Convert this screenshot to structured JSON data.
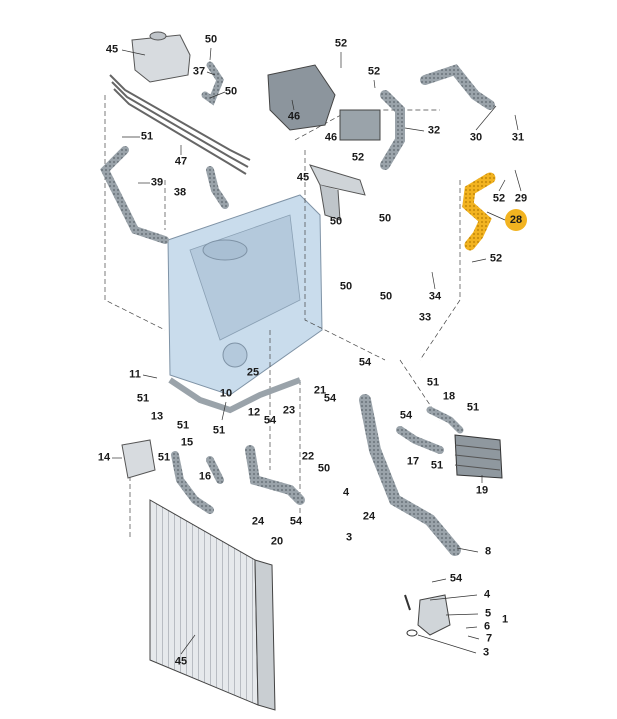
{
  "diagram": {
    "highlight_color": "#f2b320",
    "hose_fill": "#9aa3aa",
    "hose_dot": "#5c656c",
    "engine_tint": "#c9dcec",
    "line_color": "#333333",
    "highlighted_part": "28",
    "part_labels": [
      {
        "id": "45a",
        "text": "45"
      },
      {
        "id": "50a",
        "text": "50"
      },
      {
        "id": "37",
        "text": "37"
      },
      {
        "id": "50b",
        "text": "50"
      },
      {
        "id": "51a",
        "text": "51"
      },
      {
        "id": "47",
        "text": "47"
      },
      {
        "id": "39",
        "text": "39"
      },
      {
        "id": "38",
        "text": "38"
      },
      {
        "id": "52a",
        "text": "52"
      },
      {
        "id": "52b",
        "text": "52"
      },
      {
        "id": "46a",
        "text": "46"
      },
      {
        "id": "46b",
        "text": "46"
      },
      {
        "id": "32",
        "text": "32"
      },
      {
        "id": "52c",
        "text": "52"
      },
      {
        "id": "30",
        "text": "30"
      },
      {
        "id": "31",
        "text": "31"
      },
      {
        "id": "45b",
        "text": "45"
      },
      {
        "id": "52d",
        "text": "52"
      },
      {
        "id": "29",
        "text": "29"
      },
      {
        "id": "28",
        "text": "28"
      },
      {
        "id": "52e",
        "text": "52"
      },
      {
        "id": "50c",
        "text": "50"
      },
      {
        "id": "50d",
        "text": "50"
      },
      {
        "id": "50e",
        "text": "50"
      },
      {
        "id": "50f",
        "text": "50"
      },
      {
        "id": "34",
        "text": "34"
      },
      {
        "id": "33",
        "text": "33"
      },
      {
        "id": "11",
        "text": "11"
      },
      {
        "id": "25",
        "text": "25"
      },
      {
        "id": "10",
        "text": "10"
      },
      {
        "id": "51b",
        "text": "51"
      },
      {
        "id": "13",
        "text": "13"
      },
      {
        "id": "51c",
        "text": "51"
      },
      {
        "id": "51d",
        "text": "51"
      },
      {
        "id": "12",
        "text": "12"
      },
      {
        "id": "21",
        "text": "21"
      },
      {
        "id": "54a",
        "text": "54"
      },
      {
        "id": "23",
        "text": "23"
      },
      {
        "id": "54b",
        "text": "54"
      },
      {
        "id": "54c",
        "text": "54"
      },
      {
        "id": "54d",
        "text": "54"
      },
      {
        "id": "51e",
        "text": "51"
      },
      {
        "id": "18",
        "text": "18"
      },
      {
        "id": "51f",
        "text": "51"
      },
      {
        "id": "15",
        "text": "15"
      },
      {
        "id": "14",
        "text": "14"
      },
      {
        "id": "51g",
        "text": "51"
      },
      {
        "id": "16",
        "text": "16"
      },
      {
        "id": "22",
        "text": "22"
      },
      {
        "id": "50g",
        "text": "50"
      },
      {
        "id": "17",
        "text": "17"
      },
      {
        "id": "51h",
        "text": "51"
      },
      {
        "id": "19",
        "text": "19"
      },
      {
        "id": "4a",
        "text": "4"
      },
      {
        "id": "24a",
        "text": "24"
      },
      {
        "id": "54e",
        "text": "54"
      },
      {
        "id": "20",
        "text": "20"
      },
      {
        "id": "24b",
        "text": "24"
      },
      {
        "id": "3a",
        "text": "3"
      },
      {
        "id": "8",
        "text": "8"
      },
      {
        "id": "54f",
        "text": "54"
      },
      {
        "id": "4b",
        "text": "4"
      },
      {
        "id": "5",
        "text": "5"
      },
      {
        "id": "6",
        "text": "6"
      },
      {
        "id": "1",
        "text": "1"
      },
      {
        "id": "7",
        "text": "7"
      },
      {
        "id": "3b",
        "text": "3"
      },
      {
        "id": "45c",
        "text": "45"
      }
    ]
  }
}
